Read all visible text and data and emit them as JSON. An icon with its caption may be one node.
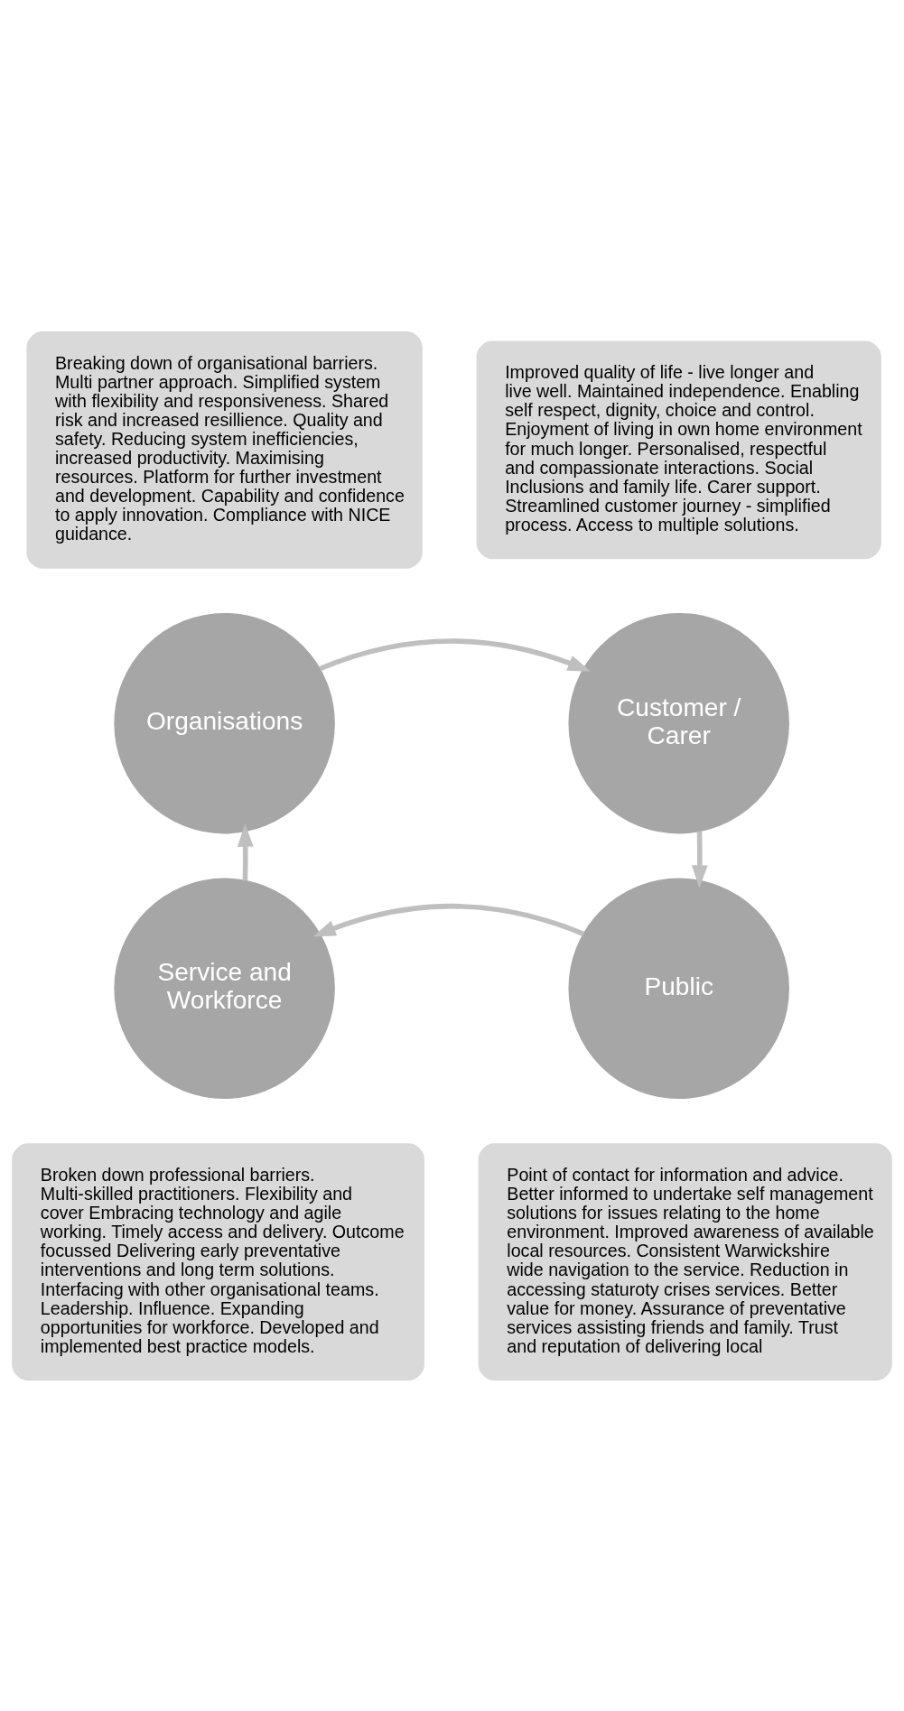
{
  "diagram": {
    "nodes": [
      {
        "text": [
          "Breaking down of organisational barriers. Multi partner approach. Simplified system with flexibility and responsiveness. Shared risk and increased resillience. Quality and safety. Reducing system inefficiencies, increased productivity. Maximising resources. Platform for further investment and development. Capability and confidence to apply innovation. Compliance with NICE guidance."
        ]
      },
      {
        "text": [
          "Improved quality of life - live longer and live well. Maintained independence. Enabling self respect, dignity, choice and control. Enjoyment of living in own home environment for much longer. Personalised, respectful and compassionate interactions. Social Inclusions and family life. Carer support. Streamlined customer journey - simplified process. Access to multiple solutions."
        ]
      },
      {
        "text": [
          "Organisations"
        ]
      },
      {
        "text": [
          "Customer / Carer"
        ]
      },
      {
        "text": [
          "Service and Workforce"
        ]
      },
      {
        "text": [
          "Public"
        ]
      },
      {
        "text": [
          "Broken down professional barriers. Multi-skilled practitioners. Flexibility and cover Embracing technology and agile working. Timely access and delivery. Outcome focussed Delivering early preventative interventions and long term solutions. Interfacing with other organisational teams. Leadership. Influence. Expanding opportunities for workforce. Developed and implemented best practice models."
        ]
      },
      {
        "text": [
          "Point of contact for information and advice. Better informed to undertake self management solutions for issues relating to the home environment. Improved awareness of available local resources. Consistent Warwickshire wide navigation to the service. Reduction in accessing staturoty crises services. Better value for money. Assurance of preventative services assisting friends and family. Trust and reputation of delivering local"
        ]
      }
    ],
    "edges": [
      {
        "from": 2,
        "to": 3,
        "arrow": "to"
      },
      {
        "from": 3,
        "to": 5,
        "arrow": "to"
      },
      {
        "from": 5,
        "to": 4,
        "arrow": "to"
      },
      {
        "from": 4,
        "to": 2,
        "arrow": "to"
      }
    ]
  }
}
